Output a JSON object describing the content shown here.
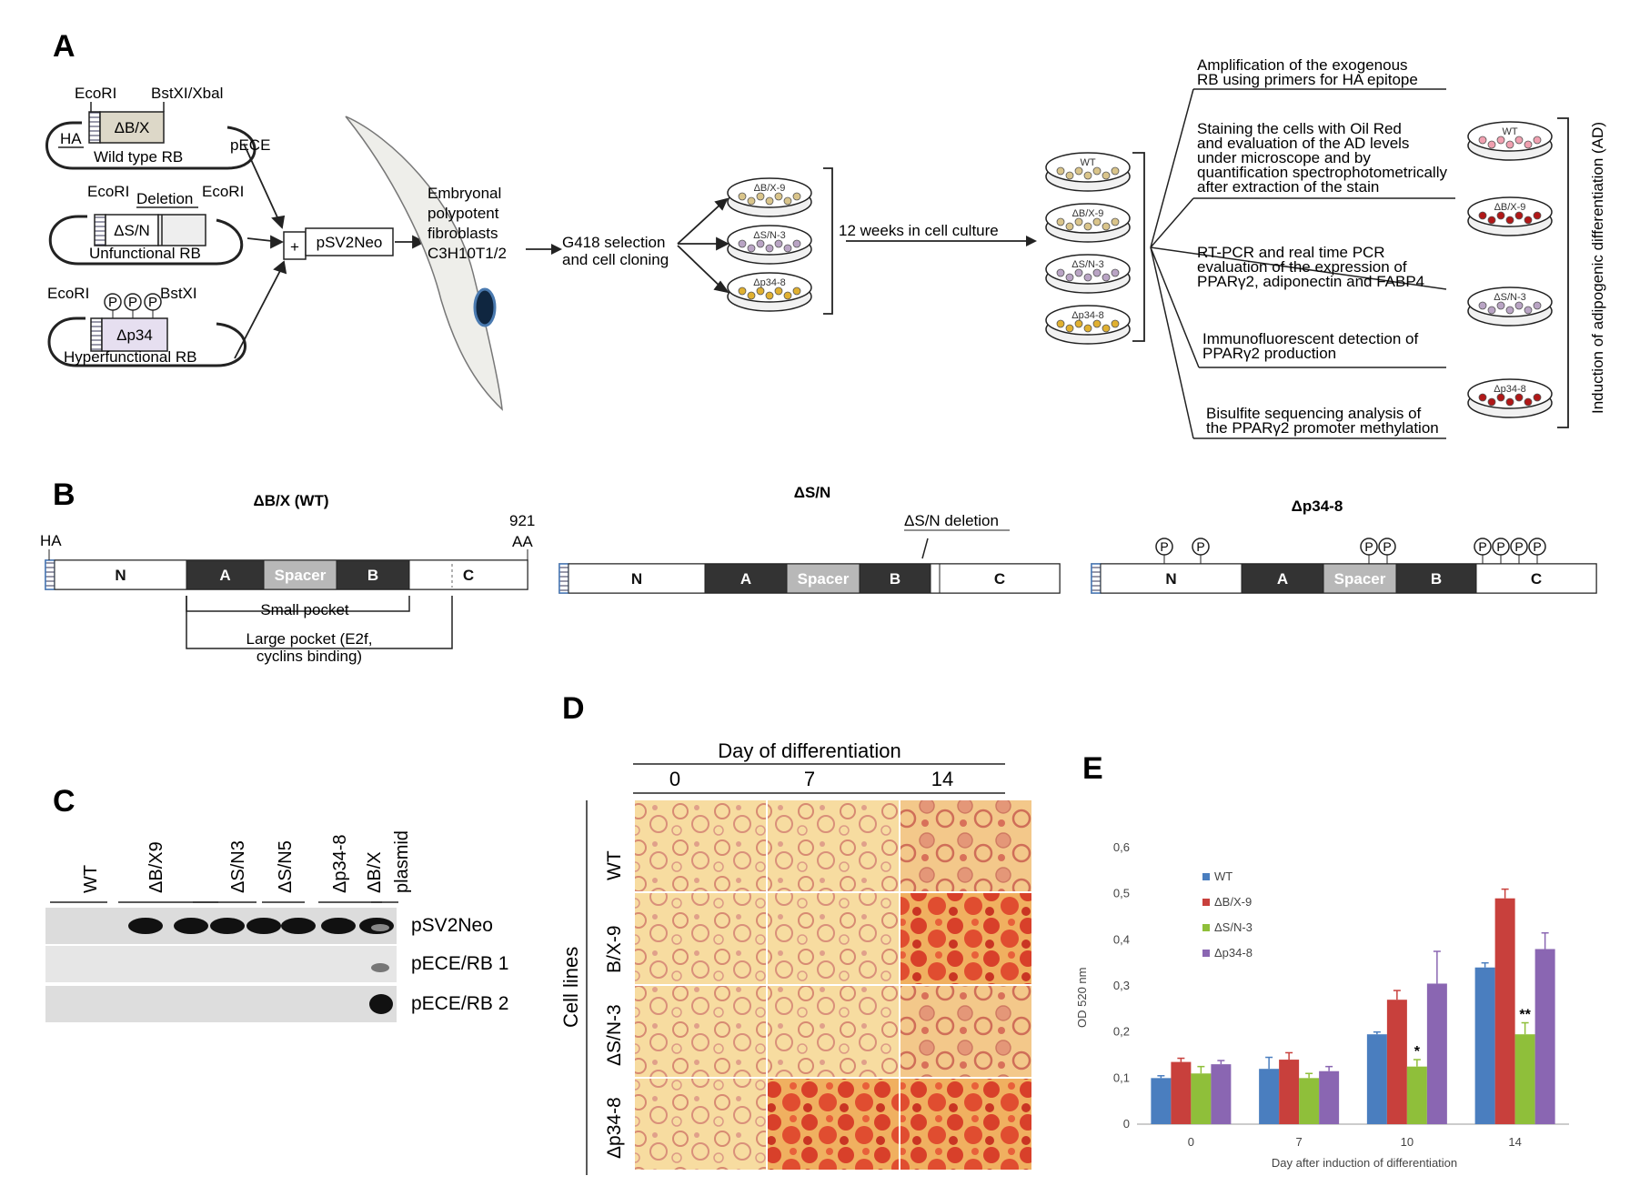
{
  "panels": {
    "a": "A",
    "b": "B",
    "c": "C",
    "d": "D",
    "e": "E"
  },
  "colors": {
    "wt": "#4a7ebf",
    "bx": "#c8403c",
    "sn": "#8fbf3a",
    "p34": "#8a66b2",
    "box_wt": "#ddd8c8",
    "box_p34": "#e6dff0",
    "dark": "#333333",
    "spacer": "#b8b8b8"
  },
  "a": {
    "plasmid1": {
      "site_l": "EcoRI",
      "site_r": "BstXI/Xbal",
      "gene": "ΔB/X",
      "tag": "HA",
      "vector": "pECE",
      "desc": "Wild type RB"
    },
    "plasmid2": {
      "site_l": "EcoRI",
      "deletion": "Deletion",
      "site_r": "EcoRI",
      "gene": "ΔS/N",
      "desc": "Unfunctional RB"
    },
    "plasmid3": {
      "site_l": "EcoRI",
      "phos": "P",
      "site_r": "BstXI",
      "gene": "Δp34",
      "desc": "Hyperfunctional RB"
    },
    "plus": "+",
    "neo": "pSV2Neo",
    "cells": [
      "Embryonal",
      "polypotent",
      "fibroblasts",
      "C3H10T1/2"
    ],
    "selection": [
      "G418 selection",
      "and cell cloning"
    ],
    "dishes1": [
      "ΔB/X-9",
      "ΔS/N-3",
      "Δp34-8"
    ],
    "culture": "12 weeks in cell culture",
    "dishes2": [
      "WT",
      "ΔB/X-9",
      "ΔS/N-3",
      "Δp34-8"
    ],
    "analyses": [
      [
        "Amplification of the exogenous",
        "RB using primers for HA epitope"
      ],
      [
        "Staining the cells with Oil Red",
        "and evaluation of the AD levels",
        "under microscope and by",
        "quantification spectrophotometrically",
        "after extraction of the stain"
      ],
      [
        "RT-PCR  and real time PCR",
        "evaluation of the expression of",
        "PPARγ2, adiponectin and FABP4"
      ],
      [
        "Immunofluorescent detection of",
        "PPARγ2  production"
      ],
      [
        "Bisulfite sequencing analysis of",
        "the PPARγ2 promoter methylation"
      ]
    ],
    "dishes3": [
      "WT",
      "ΔB/X-9",
      "ΔS/N-3",
      "Δp34-8"
    ],
    "induction": "Induction of adipogenic differentiation (AD)"
  },
  "b": {
    "t1": "ΔB/X (WT)",
    "t2": "ΔS/N",
    "t3": "Δp34-8",
    "ha": "HA",
    "aa_n": "921",
    "aa_u": "AA",
    "seg": {
      "n": "N",
      "a": "A",
      "spacer": "Spacer",
      "b": "B",
      "c": "C"
    },
    "small": "Small pocket",
    "large": [
      "Large pocket (E2f,",
      "cyclins binding)"
    ],
    "deletion": "ΔS/N deletion",
    "p": "P"
  },
  "c": {
    "lanes": [
      "WT",
      "ΔB/X9",
      "ΔS/N3",
      "ΔS/N5",
      "Δp34-8",
      "ΔB/X",
      "plasmid"
    ],
    "rows": [
      "pSV2Neo",
      "pECE/RB 1",
      "pECE/RB 2"
    ]
  },
  "d": {
    "title": "Day of differentiation",
    "days": [
      "0",
      "7",
      "14"
    ],
    "rows": [
      "WT",
      "B/X-9",
      "ΔS/N-3",
      "Δp34-8"
    ],
    "ylabel": "Cell lines"
  },
  "chart_data": {
    "type": "bar",
    "categories": [
      "0",
      "7",
      "10",
      "14"
    ],
    "series": [
      {
        "name": "WT",
        "values": [
          0.1,
          0.12,
          0.195,
          0.34
        ],
        "err": [
          0.005,
          0.025,
          0.005,
          0.01
        ]
      },
      {
        "name": "ΔB/X-9",
        "values": [
          0.135,
          0.14,
          0.27,
          0.49
        ],
        "err": [
          0.008,
          0.015,
          0.02,
          0.02
        ]
      },
      {
        "name": "ΔS/N-3",
        "values": [
          0.11,
          0.1,
          0.125,
          0.195
        ],
        "err": [
          0.015,
          0.01,
          0.015,
          0.025
        ]
      },
      {
        "name": "Δp34-8",
        "values": [
          0.13,
          0.115,
          0.305,
          0.38
        ],
        "err": [
          0.008,
          0.01,
          0.07,
          0.035
        ]
      }
    ],
    "annotations": [
      {
        "category": "10",
        "series": "ΔS/N-3",
        "text": "*"
      },
      {
        "category": "14",
        "series": "ΔS/N-3",
        "text": "**"
      }
    ],
    "ylim": [
      0,
      0.6
    ],
    "yticks": [
      "0",
      "0,1",
      "0,2",
      "0,3",
      "0,4",
      "0,5",
      "0,6"
    ],
    "ylabel": "OD 520 nm",
    "xlabel": "Day after induction of differentiation",
    "legend": "top-left"
  }
}
